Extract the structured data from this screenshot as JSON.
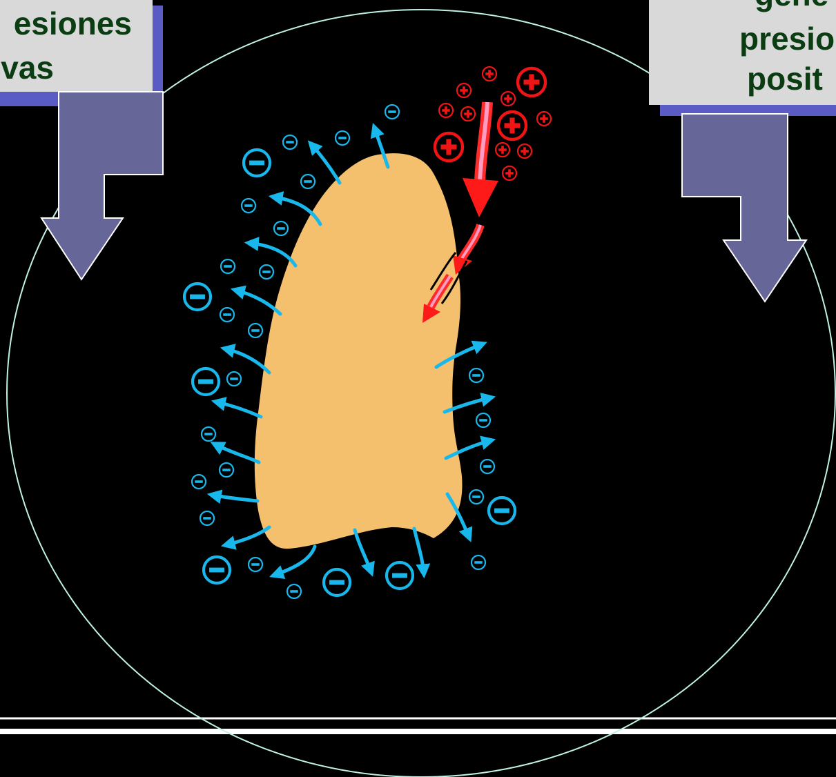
{
  "labels": {
    "left": {
      "line1": "esiones",
      "line2": "vas"
    },
    "right": {
      "line1": "gene",
      "line2": "presio",
      "line3": "posit"
    }
  },
  "colors": {
    "background": "#000000",
    "lung": "#f5c06e",
    "negative_pressure": "#19b8ec",
    "positive_pressure": "#f01414",
    "airflow_arrow": "#ff2a2a",
    "airflow_stripe": "#ff8cb0",
    "label_box": "#d9d9d9",
    "label_box_shadow": "#5a5cc4",
    "label_text": "#0b3d12",
    "bent_arrow": "#666699",
    "thorax_outline": "#bff2e6"
  },
  "symbols": {
    "negative": "minus-sign-icon",
    "positive": "plus-sign-icon"
  }
}
